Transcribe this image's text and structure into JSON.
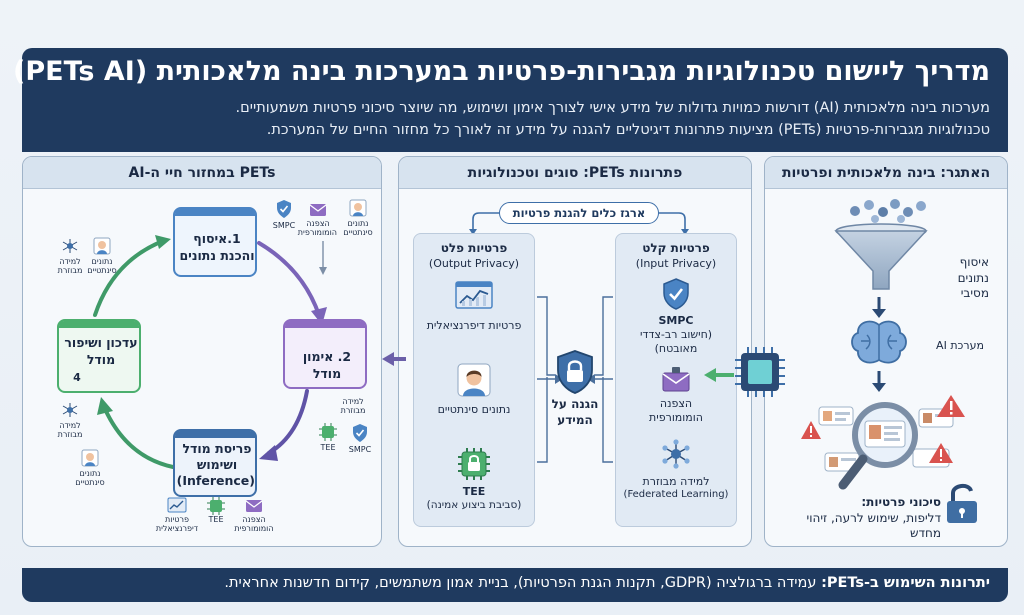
{
  "header": {
    "title": "מדריך ליישום טכנולוגיות מגבירות-פרטיות במערכות בינה מלאכותית (PETs AI)",
    "line1": "מערכות בינה מלאכותית (AI) דורשות כמויות גדולות של מידע אישי לצורך אימון ושימוש, מה שיוצר סיכוני פרטיות משמעותיים.",
    "line2": "טכנולוגיות מגבירות-פרטיות (PETs) מציעות פתרונות דיגיטליים להגנה על מידע זה לאורך כל מחזור החיים של המערכת."
  },
  "challenge": {
    "heading": "האתגר: בינה מלאכותית ופרטיות",
    "data_collection": "איסוף נתונים מסיבי",
    "ai_system": "מערכת AI",
    "risks_title": "סיכוני פרטיות:",
    "risks_text": "דליפות, שימוש לרעה, זיהוי מחדש"
  },
  "solutions": {
    "heading": "פתרונות PETs: סוגים וטכנולוגיות",
    "toolbox": "ארגז כלים להגנת פרטיות",
    "input_title": "פרטיות קלט",
    "input_sub": "(Input Privacy)",
    "output_title": "פרטיות פלט",
    "output_sub": "(Output Privacy)",
    "smpc": "SMPC",
    "smpc_desc": "(חישוב רב-צדדי מאובטח)",
    "homomorphic": "הצפנה הומומורפית",
    "federated": "למידה מבוזרת",
    "federated_sub": "(Federated Learning)",
    "dp": "פרטיות דיפרנציאלית",
    "synthetic": "נתונים סינתטיים",
    "tee": "TEE",
    "tee_desc": "(סביבת ביצוע אמינה)",
    "center": "הגנה על המידע"
  },
  "lifecycle": {
    "heading": "PETs במחזור חיי ה-AI",
    "step1": "1.איסוף והכנת נתונים",
    "step2": "2. אימון מודל",
    "step3_line1": "פריסת מודל",
    "step3_line2": "ושימוש",
    "step3_line3": "(Inference)",
    "step4": "עדכון ושיפור מודל",
    "step4_num": "4",
    "tag_smpc": "SMPC",
    "tag_homomorphic": "הצפנה הומומורפית",
    "tag_synthetic": "נתונים סינתטיים",
    "tag_federated": "למידה מבוזרת",
    "tag_tee": "TEE",
    "tag_dp": "פרטיות דיפרנציאלית"
  },
  "footer": {
    "label": "יתרונות השימוש ב-PETs:",
    "text": "עמידה ברגולציה (GDPR, תקנות הגנת הפרטיות), בניית אמון משתמשים, קידום חדשנות אחראית."
  },
  "colors": {
    "navy": "#1f3a5f",
    "accent_blue": "#4a84c4",
    "purple": "#8e6cc2",
    "green": "#4caf6e",
    "warning_red": "#d9534f"
  }
}
